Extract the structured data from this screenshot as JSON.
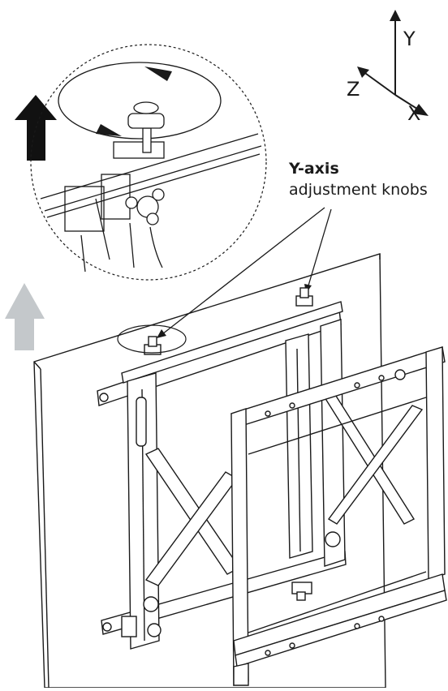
{
  "axes": {
    "y_label": "Y",
    "z_label": "Z",
    "x_label": "X"
  },
  "callout": {
    "title": "Y-axis",
    "subtitle": "adjustment knobs"
  },
  "colors": {
    "line": "#1a1a1a",
    "arrow_dark": "#111111",
    "arrow_light": "#c4c8cb"
  }
}
